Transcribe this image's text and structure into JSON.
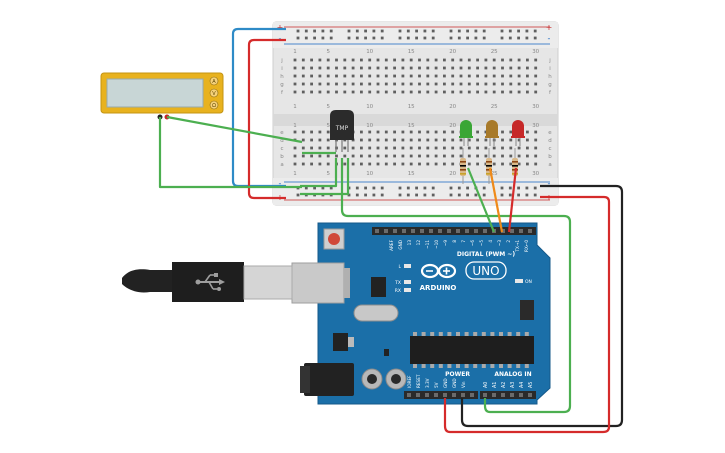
{
  "breadboard": {
    "rail_plus": "+",
    "rail_minus": "-",
    "row_letters_top": [
      "j",
      "i",
      "h",
      "g",
      "f"
    ],
    "row_letters_bottom": [
      "e",
      "d",
      "c",
      "b",
      "a"
    ],
    "column_numbers": [
      "1",
      "5",
      "10",
      "15",
      "20",
      "25",
      "30"
    ]
  },
  "sensor": {
    "label": "TMP"
  },
  "leds": [
    {
      "name": "green-led",
      "color": "#3aa635"
    },
    {
      "name": "yellow-led",
      "color": "#a87a2a"
    },
    {
      "name": "red-led",
      "color": "#c62828"
    }
  ],
  "multimeter": {
    "knob_labels": [
      "A",
      "V",
      "Ω"
    ]
  },
  "arduino": {
    "brand": "ARDUINO",
    "model": "UNO",
    "digital_header": "DIGITAL (PWM ~)",
    "power_header": "POWER",
    "analog_header": "ANALOG IN",
    "on_label": "ON",
    "tx_label": "TX",
    "rx_label": "RX",
    "l_label": "L",
    "digital_pins": [
      "AREF",
      "GND",
      "13",
      "12",
      "~11",
      "~10",
      "~9",
      "8",
      "7",
      "~6",
      "~5",
      "4",
      "~3",
      "2",
      "TX→1",
      "RX←0"
    ],
    "power_pins": [
      "IOREF",
      "RESET",
      "3.3V",
      "5V",
      "GND",
      "GND",
      "Vin"
    ],
    "analog_pins": [
      "A0",
      "A1",
      "A2",
      "A3",
      "A4",
      "A5"
    ]
  },
  "colors": {
    "board_blue": "#1b6fa8",
    "wire_red": "#d52b2b",
    "wire_black": "#222222",
    "wire_green": "#4caf50",
    "wire_blue": "#2e8bc7",
    "wire_orange": "#ef8a1a",
    "multimeter_yellow": "#e8b21e"
  }
}
